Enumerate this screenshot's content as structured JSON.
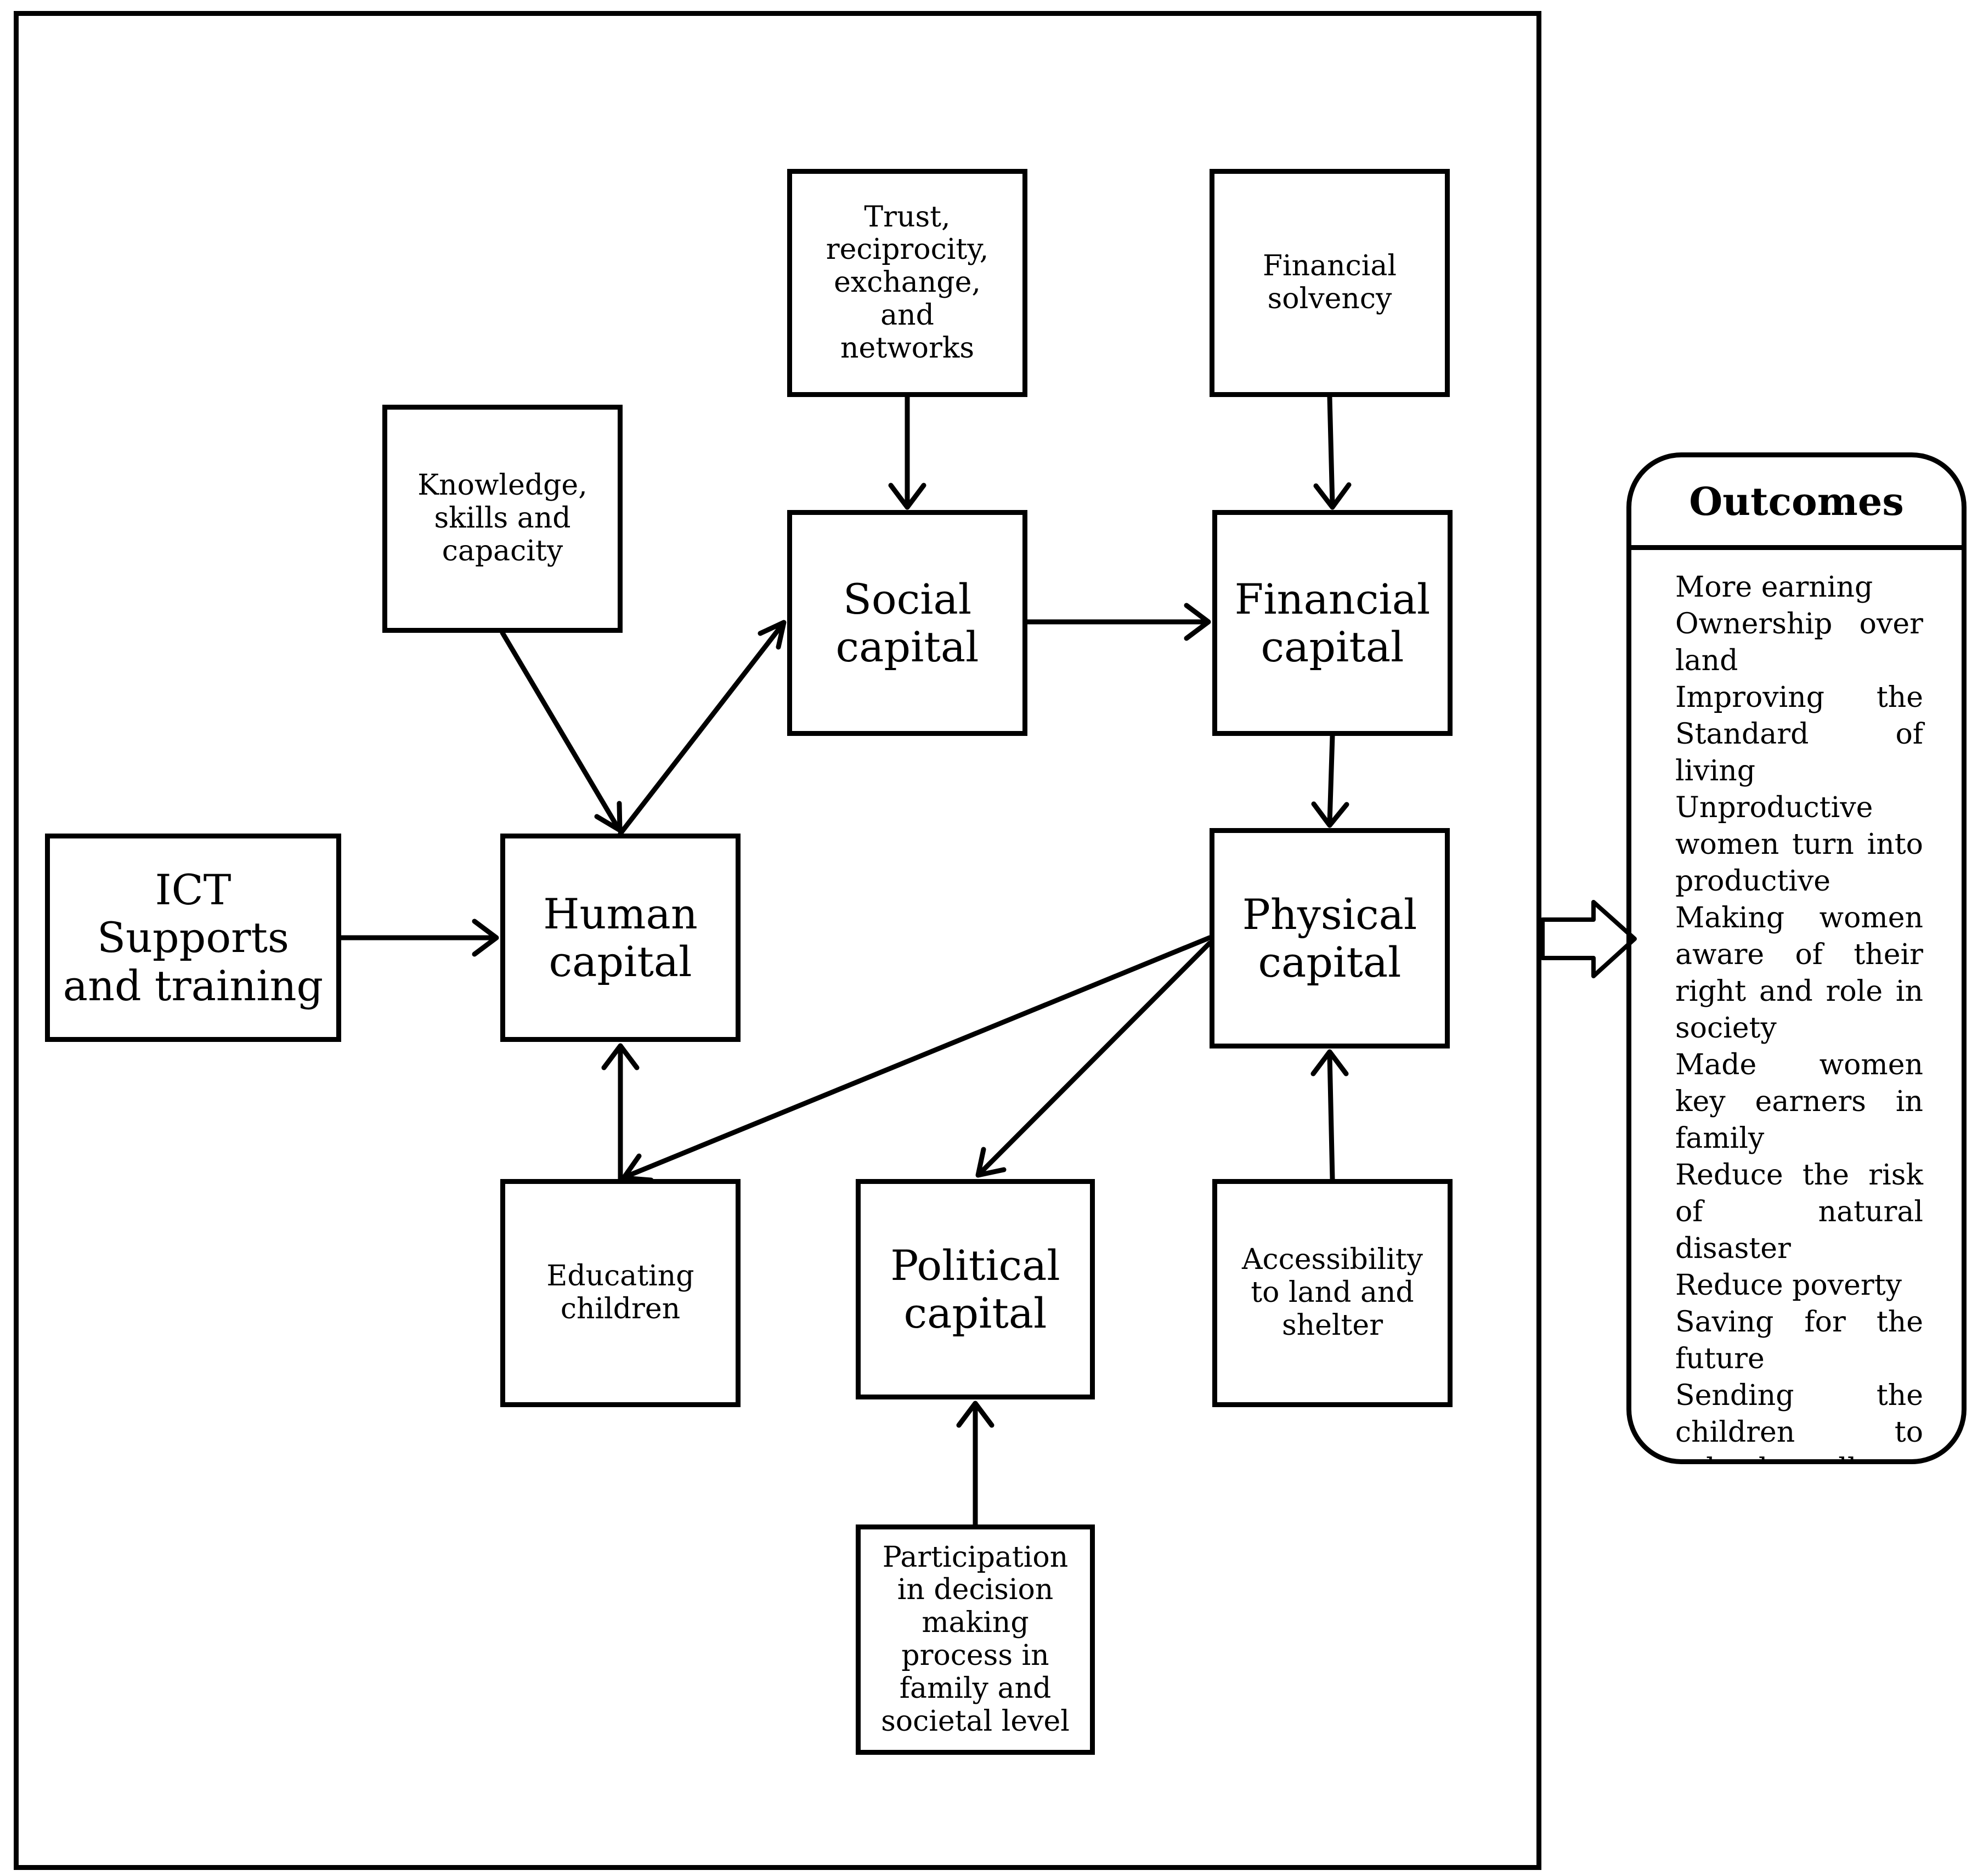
{
  "nodes": {
    "ict": "ICT\nSupports\nand training",
    "human_capital": "Human\ncapital",
    "social_capital": "Social\ncapital",
    "financial_capital": "Financial\ncapital",
    "physical_capital": "Physical\ncapital",
    "political_capital": "Political\ncapital",
    "knowledge": "Knowledge,\nskills and\ncapacity",
    "trust": "Trust,\nreciprocity,\nexchange,\nand\nnetworks",
    "financial_solvency": "Financial\nsolvency",
    "educating_children": "Educating\nchildren",
    "accessibility": "Accessibility\nto land and\nshelter",
    "participation": "Participation\nin decision\nmaking\nprocess in\nfamily and\nsocietal level"
  },
  "outcomes": {
    "title": "Outcomes",
    "items": [
      "More earning",
      "Ownership over land",
      "Improving the Standard of living",
      "Unproductive women turn into productive",
      "Making women aware of their right and role in society",
      "Made women key earners in family",
      "Reduce the risk of natural disaster",
      "Reduce poverty",
      "Saving for the future",
      "Sending the children to schools, colleges and Universities"
    ]
  },
  "edges": [
    {
      "from": "ict",
      "to": "human_capital"
    },
    {
      "from": "knowledge",
      "to": "human_capital"
    },
    {
      "from": "human_capital",
      "to": "social_capital"
    },
    {
      "from": "trust",
      "to": "social_capital"
    },
    {
      "from": "social_capital",
      "to": "financial_capital"
    },
    {
      "from": "financial_solvency",
      "to": "financial_capital"
    },
    {
      "from": "financial_capital",
      "to": "physical_capital"
    },
    {
      "from": "physical_capital",
      "to": "educating_children"
    },
    {
      "from": "physical_capital",
      "to": "political_capital"
    },
    {
      "from": "educating_children",
      "to": "human_capital"
    },
    {
      "from": "accessibility",
      "to": "physical_capital"
    },
    {
      "from": "participation",
      "to": "political_capital"
    },
    {
      "from": "framework",
      "to": "outcomes"
    }
  ]
}
